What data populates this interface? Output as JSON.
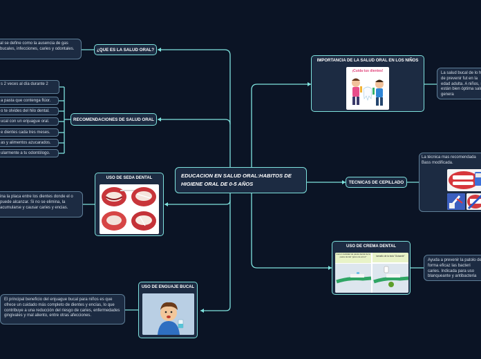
{
  "central": {
    "title": "EDUCACION EN SALUD ORAL:HABITOS DE HIGIENE ORAL DE 0-5 AÑOS"
  },
  "que_es": {
    "label": "¿QUE ES LA SALUD ORAL?",
    "text": "al se define como la ausencia de gas bucales, infecciones, caries y odontales."
  },
  "recomendaciones": {
    "label": "RECOMENDACIONES DE SALUD ORAL",
    "items": [
      "s 2 veces al día durante 2",
      "a pasta que contenga flúor.",
      "o te olvides del hilo dental.",
      "ucal con un enjuague oral.",
      "e dientes cada tres meses.",
      "as y alimentos azucarados.",
      "ularmente a tu odontólogo."
    ]
  },
  "seda": {
    "label": "USO DE SEDA DENTAL",
    "text": "ina la placa entre los dientes donde el o puede alcanzar. Si no se elimina, la acumularse y causar caries y encias."
  },
  "enjuague": {
    "label": "USO DE ENGUAJE BUCAL",
    "text": "El principal beneficio del enjuague bucal para niños es que ofrece un cuidado más completo de dientes y encías, lo que contribuye a una reducción del riesgo de caries, enfermedades gingivales y mal aliento, entre otras afecciones."
  },
  "importancia": {
    "label": "IMPORTANCIA DE LA SALUD ORAL EN LOS NIÑOS",
    "image_caption": "¡Cuida tus dientes!",
    "text": "La salud bucal de lo hora de prevenir fut en la edad adulta. A niños, si están bien óptima salud genera"
  },
  "cepillado": {
    "label": "TECNICAS DE CEPILLADO",
    "text": "La técnica mas recomendada Bass modificada."
  },
  "crema": {
    "label": "USO DE CREMA DENTAL",
    "image_left_caption": "menor cantidad de pasta dental de la pasta dental \"grano de arroz\"",
    "image_right_caption": "tamaño de la bola \"Guisante\"",
    "text": "Ayuda a prevenir la patolo de forma eficaz las bacteri caries. Indicada para uso blanqueante y antibacteria"
  },
  "colors": {
    "background": "#0b1425",
    "node": "#1c2b42",
    "accent": "#7fe3df",
    "leaf_border": "#5f7f98"
  }
}
